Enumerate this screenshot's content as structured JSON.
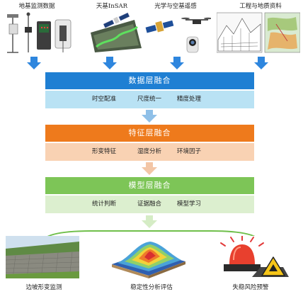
{
  "sources": [
    {
      "label": "地基监测数据",
      "icon": "ground-sensor-icon"
    },
    {
      "label": "天基InSAR",
      "icon": "satellite-insar-icon"
    },
    {
      "label": "光学与空基遥感",
      "icon": "satellite-drone-icon"
    },
    {
      "label": "工程与地质资料",
      "icon": "geologic-map-icon"
    }
  ],
  "layers": [
    {
      "title": "数据层融合",
      "items": [
        "时空配准",
        "尺度统一",
        "精度处理"
      ],
      "title_color": "#1f7fd3",
      "body_color": "#b9e2f4"
    },
    {
      "title": "特征层融合",
      "items": [
        "形变特征",
        "湿度分析",
        "环境因子"
      ],
      "title_color": "#ee7a1c",
      "body_color": "#f9d2b3"
    },
    {
      "title": "模型层融合",
      "items": [
        "统计判断",
        "证据融合",
        "模型学习"
      ],
      "title_color": "#7dc557",
      "body_color": "#dcefcf"
    }
  ],
  "outputs": [
    {
      "label": "边坡形变监测",
      "icon": "slope-photo-icon"
    },
    {
      "label": "稳定性分析评估",
      "icon": "stability-3d-map-icon"
    },
    {
      "label": "失稳风险预警",
      "icon": "warning-siren-icon"
    }
  ],
  "colors": {
    "arrow_blue": "#2e86de",
    "arrow_orange_light": "#f3c6a6",
    "arrow_green_light": "#d5ecc5"
  }
}
